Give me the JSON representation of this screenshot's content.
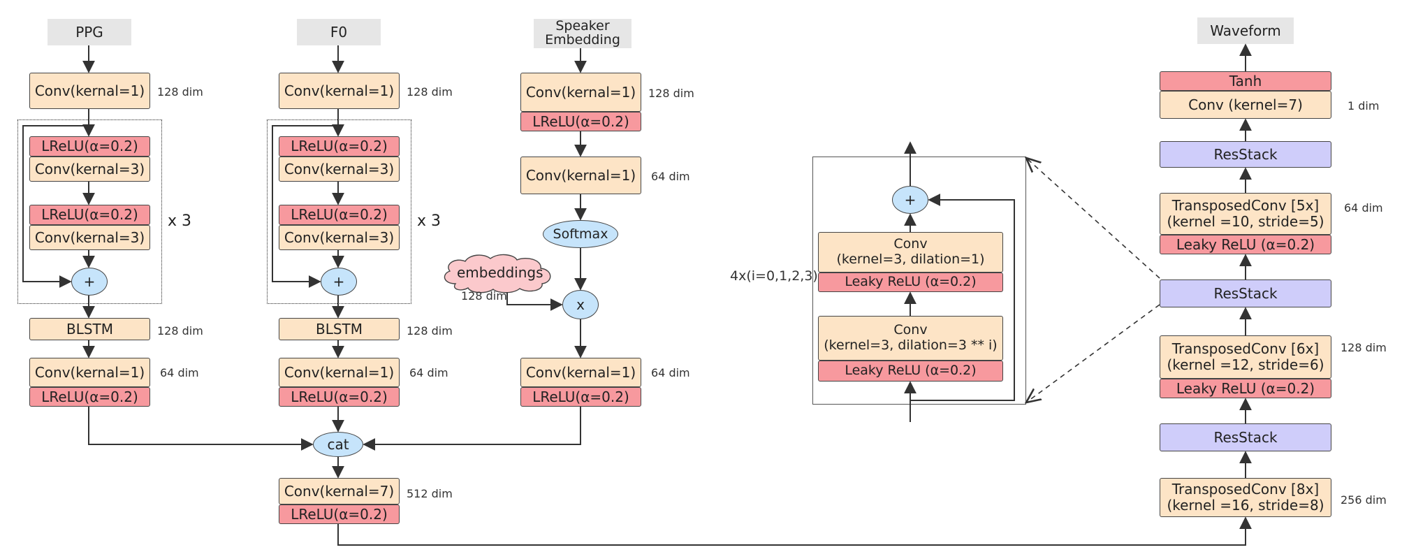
{
  "inputs": {
    "ppg": "PPG",
    "f0": "F0",
    "speaker_embedding": "Speaker\nEmbedding",
    "waveform": "Waveform"
  },
  "ops": {
    "conv_k1": "Conv(kernal=1)",
    "conv_k3": "Conv(kernal=3)",
    "conv_k7": "Conv(kernal=7)",
    "lrelu": "LReLU(α=0.2)",
    "blstm": "BLSTM",
    "plus": "+",
    "times": "x",
    "cat": "cat",
    "softmax": "Softmax",
    "embeddings": "embeddings",
    "repeat": "x 3"
  },
  "dims": {
    "d128": "128 dim",
    "d64": "64 dim",
    "d512": "512 dim",
    "d256": "256 dim",
    "d1": "1 dim"
  },
  "resstack_detail": {
    "conv_top": "Conv\n(kernel=3, dilation=1)",
    "conv_bottom": "Conv\n(kernel=3, dilation=3 ** i)",
    "leaky": "Leaky ReLU (α=0.2)",
    "repeat": "4x(i=0,1,2,3)"
  },
  "vocoder": {
    "tanh": "Tanh",
    "conv_k7": "Conv (kernel=7)",
    "resstack": "ResStack",
    "tconv5": "TransposedConv [5x]\n(kernel =10, stride=5)",
    "tconv6": "TransposedConv [6x]\n(kernel =12, stride=6)",
    "tconv8": "TransposedConv [8x]\n(kernel =16, stride=8)",
    "leaky": "Leaky ReLU (α=0.2)"
  },
  "colors": {
    "conv": "#fde4c6",
    "lrelu": "#f7999e",
    "resstack": "#cfcdfa",
    "node": "#c6e4fb",
    "input": "#e6e6e6",
    "cloud": "#fbc9cc"
  }
}
